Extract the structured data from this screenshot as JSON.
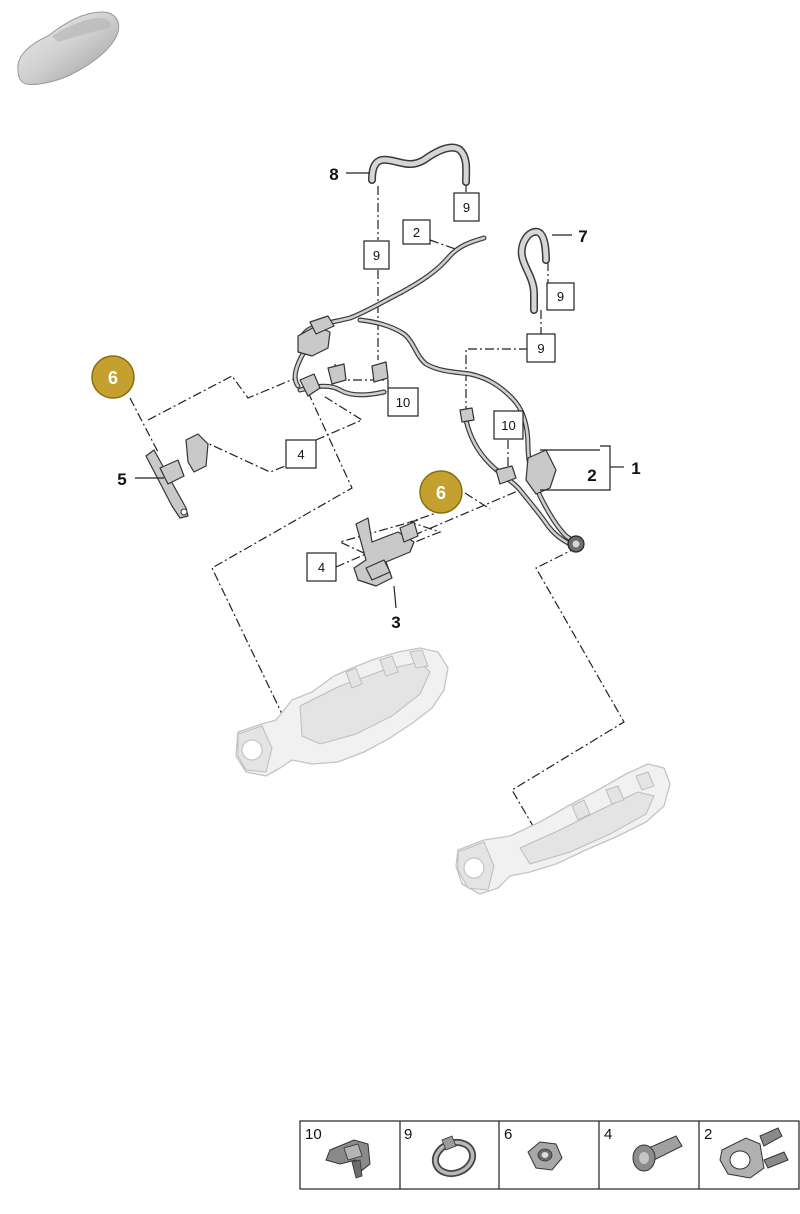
{
  "callouts": {
    "c1": "1",
    "c2": "2",
    "c2_box": "2",
    "c3": "3",
    "c4_left": "4",
    "c4_right": "4",
    "c5": "5",
    "c6_left": "6",
    "c6_right": "6",
    "c7": "7",
    "c8": "8",
    "c9_a": "9",
    "c9_b": "9",
    "c9_c": "9",
    "c9_d": "9",
    "c10_a": "10",
    "c10_b": "10"
  },
  "legend": {
    "items": [
      {
        "number": "10",
        "icon": "clip-icon"
      },
      {
        "number": "9",
        "icon": "hose-clamp-icon"
      },
      {
        "number": "6",
        "icon": "hex-nut-icon"
      },
      {
        "number": "4",
        "icon": "bolt-icon"
      },
      {
        "number": "2",
        "icon": "pipe-clip-icon"
      }
    ]
  },
  "colors": {
    "badge": "#c4a12e",
    "badge_stroke": "#8a6d12",
    "line": "#222222",
    "part": "#c9c9c9"
  }
}
